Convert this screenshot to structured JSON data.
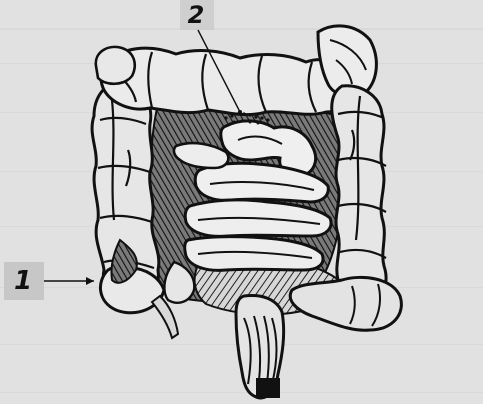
{
  "figure": {
    "labels": [
      {
        "id": "1",
        "text": "1"
      },
      {
        "id": "2",
        "text": "2"
      }
    ]
  },
  "colors": {
    "background": "#d9d9d9",
    "ink": "#111111",
    "label_box": "#c7c7c7"
  }
}
